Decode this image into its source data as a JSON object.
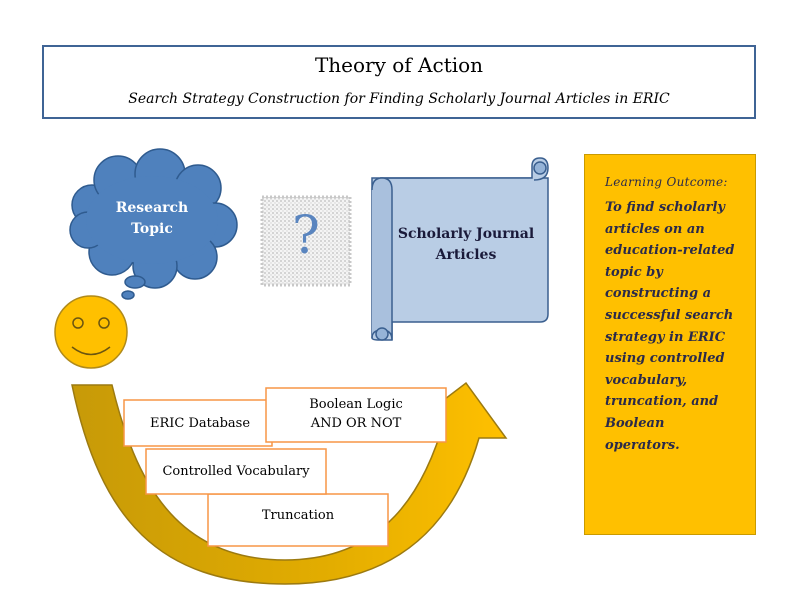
{
  "header": {
    "title": "Theory of Action",
    "subtitle": "Search Strategy Construction for Finding Scholarly Journal Articles in ERIC"
  },
  "cloud": {
    "line1": "Research",
    "line2": "Topic"
  },
  "question_mark": "?",
  "scroll": {
    "line1": "Scholarly Journal",
    "line2": "Articles"
  },
  "boxes": {
    "eric": "ERIC Database",
    "boolean_line1": "Boolean Logic",
    "boolean_line2": "AND OR NOT",
    "vocab": "Controlled Vocabulary",
    "truncation": "Truncation"
  },
  "outcome": {
    "title": "Learning Outcome:",
    "body": "To find scholarly articles on an education-related topic by constructing a successful search strategy in ERIC using controlled vocabulary, truncation, and Boolean operators."
  },
  "colors": {
    "accent_blue": "#4f81bd",
    "scroll_fill": "#b9cde5",
    "arrow_gold": "#d4a000",
    "box_border": "#f79646",
    "outcome_fill": "#ffc000"
  }
}
